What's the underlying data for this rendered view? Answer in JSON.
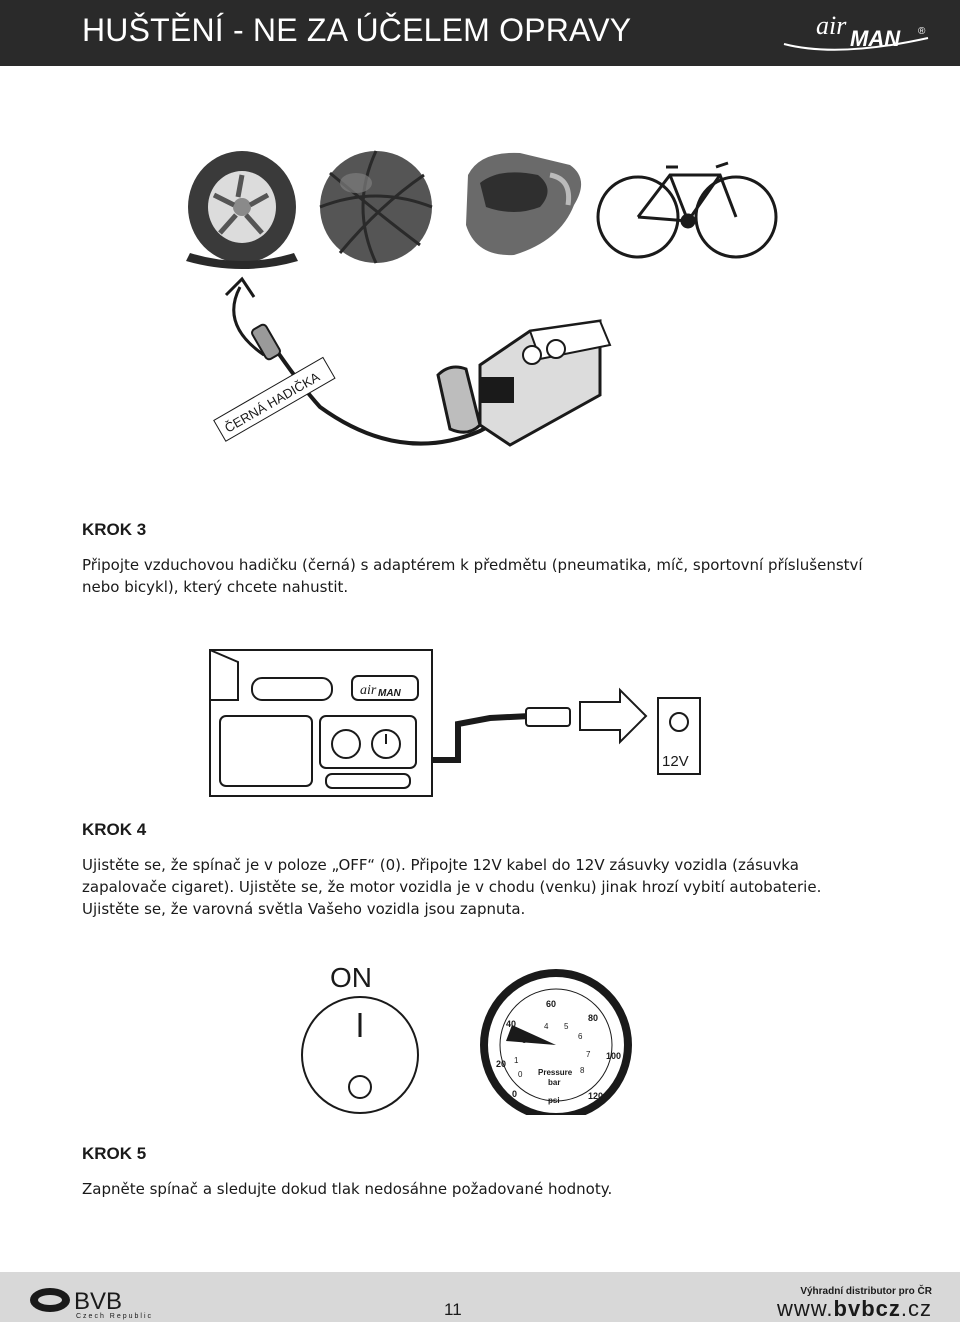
{
  "header": {
    "title": "HUŠTĚNÍ  - NE ZA ÚČELEM OPRAVY",
    "logo_text_air": "air",
    "logo_text_man": "MAN",
    "logo_mark": "®"
  },
  "steps": [
    {
      "label": "KROK 3",
      "text": "Připojte vzduchovou hadičku (černá) s adaptérem k předmětu (pneumatika, míč, sportovní příslušenství nebo bicykl), který chcete nahustit."
    },
    {
      "label": "KROK 4",
      "text": "Ujistěte se, že spínač je v poloze „OFF“ (0). Připojte 12V kabel do 12V zásuvky vozidla (zásuvka zapalovače cigaret). Ujistěte se, že motor vozidla je v chodu (venku) jinak hrozí vybití autobaterie. Ujistěte se, že varovná světla Vašeho vozidla jsou zapnuta."
    },
    {
      "label": "KROK 5",
      "text": "Zapněte spínač a sledujte dokud tlak nedosáhne požadované hodnoty."
    }
  ],
  "illustrations": {
    "hose_label": "ČERNÁ HADIČKA",
    "socket_label": "12V",
    "switch_label": "ON",
    "gauge": {
      "psi_ticks": [
        "0",
        "20",
        "40",
        "60",
        "80",
        "100",
        "120"
      ],
      "bar_ticks": [
        "0",
        "1",
        "2",
        "3",
        "4",
        "5",
        "6",
        "7",
        "8"
      ],
      "center_text_1": "Pressure",
      "center_text_2": "bar",
      "center_text_3": "psi"
    }
  },
  "footer": {
    "brand": "BVB",
    "brand_sub": "Czech Republic",
    "page_number": "11",
    "distributor": "Výhradní distributor pro ČR",
    "website_prefix": "www.",
    "website_bold": "bvbcz",
    "website_suffix": ".cz"
  }
}
